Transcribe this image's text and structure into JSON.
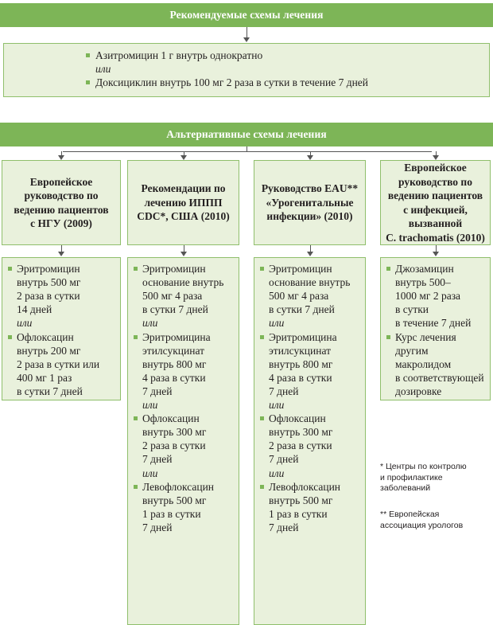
{
  "recommended": {
    "title": "Рекомендуемые схемы лечения",
    "item1": "Азитромицин 1 г внутрь однократно",
    "or": "или",
    "item2": "Доксициклин внутрь 100 мг 2 раза в сутки в течение 7 дней"
  },
  "alternative": {
    "title": "Альтернативные схемы лечения",
    "columns": [
      {
        "heading": [
          "Европейское",
          "руководство по",
          "ведению пациентов",
          "с НГУ (2009)"
        ],
        "lines": [
          {
            "t": "b",
            "s": "Эритромицин"
          },
          {
            "t": "c",
            "s": "внутрь 500 мг"
          },
          {
            "t": "c",
            "s": "2 раза в сутки"
          },
          {
            "t": "c",
            "s": "14 дней"
          },
          {
            "t": "o",
            "s": "или"
          },
          {
            "t": "b",
            "s": "Офлоксацин"
          },
          {
            "t": "c",
            "s": "внутрь 200 мг"
          },
          {
            "t": "c",
            "s": "2 раза в сутки или"
          },
          {
            "t": "c",
            "s": "400 мг 1 раз"
          },
          {
            "t": "c",
            "s": "в сутки 7 дней"
          }
        ]
      },
      {
        "heading": [
          "Рекомендации по",
          "лечению ИППП",
          "CDC*, США (2010)"
        ],
        "lines": [
          {
            "t": "b",
            "s": "Эритромицин"
          },
          {
            "t": "c",
            "s": "основание внутрь"
          },
          {
            "t": "c",
            "s": "500 мг 4 раза"
          },
          {
            "t": "c",
            "s": "в сутки 7 дней"
          },
          {
            "t": "o",
            "s": "или"
          },
          {
            "t": "b",
            "s": "Эритромицина"
          },
          {
            "t": "c",
            "s": "этилсукцинат"
          },
          {
            "t": "c",
            "s": "внутрь 800 мг"
          },
          {
            "t": "c",
            "s": "4 раза в сутки"
          },
          {
            "t": "c",
            "s": "7 дней"
          },
          {
            "t": "o",
            "s": "или"
          },
          {
            "t": "b",
            "s": "Офлоксацин"
          },
          {
            "t": "c",
            "s": "внутрь 300 мг"
          },
          {
            "t": "c",
            "s": "2 раза в сутки"
          },
          {
            "t": "c",
            "s": "7 дней"
          },
          {
            "t": "o",
            "s": "или"
          },
          {
            "t": "b",
            "s": "Левофлоксацин"
          },
          {
            "t": "c",
            "s": "внутрь 500 мг"
          },
          {
            "t": "c",
            "s": "1 раз в сутки"
          },
          {
            "t": "c",
            "s": "7 дней"
          }
        ]
      },
      {
        "heading": [
          "Руководство EAU**",
          "«Урогенитальные",
          "инфекции» (2010)"
        ],
        "lines": [
          {
            "t": "b",
            "s": "Эритромицин"
          },
          {
            "t": "c",
            "s": "основание внутрь"
          },
          {
            "t": "c",
            "s": "500 мг 4 раза"
          },
          {
            "t": "c",
            "s": "в сутки 7 дней"
          },
          {
            "t": "o",
            "s": "или"
          },
          {
            "t": "b",
            "s": "Эритромицина"
          },
          {
            "t": "c",
            "s": "этилсукцинат"
          },
          {
            "t": "c",
            "s": "внутрь 800 мг"
          },
          {
            "t": "c",
            "s": "4 раза в сутки"
          },
          {
            "t": "c",
            "s": "7 дней"
          },
          {
            "t": "o",
            "s": "или"
          },
          {
            "t": "b",
            "s": "Офлоксацин"
          },
          {
            "t": "c",
            "s": "внутрь 300 мг"
          },
          {
            "t": "c",
            "s": "2 раза в сутки"
          },
          {
            "t": "c",
            "s": "7 дней"
          },
          {
            "t": "o",
            "s": "или"
          },
          {
            "t": "b",
            "s": "Левофлоксацин"
          },
          {
            "t": "c",
            "s": "внутрь 500 мг"
          },
          {
            "t": "c",
            "s": "1 раз в сутки"
          },
          {
            "t": "c",
            "s": "7 дней"
          }
        ]
      },
      {
        "heading": [
          "Европейское",
          "руководство по",
          "ведению пациентов",
          "с инфекцией,",
          "вызванной",
          "C. trachomatis (2010)"
        ],
        "lines": [
          {
            "t": "b",
            "s": "Джозамицин"
          },
          {
            "t": "c",
            "s": "внутрь 500–"
          },
          {
            "t": "c",
            "s": "1000 мг 2 раза"
          },
          {
            "t": "c",
            "s": "в сутки"
          },
          {
            "t": "c",
            "s": "в течение 7 дней"
          },
          {
            "t": "b",
            "s": "Курс лечения"
          },
          {
            "t": "c",
            "s": "другим"
          },
          {
            "t": "c",
            "s": "макролидом"
          },
          {
            "t": "c",
            "s": "в соответствующей"
          },
          {
            "t": "c",
            "s": "дозировке"
          }
        ]
      }
    ]
  },
  "footnotes": {
    "cdc": [
      "* Центры по контролю",
      "и профилактике",
      "заболеваний"
    ],
    "eau": [
      "** Европейская",
      "ассоциация урологов"
    ]
  }
}
